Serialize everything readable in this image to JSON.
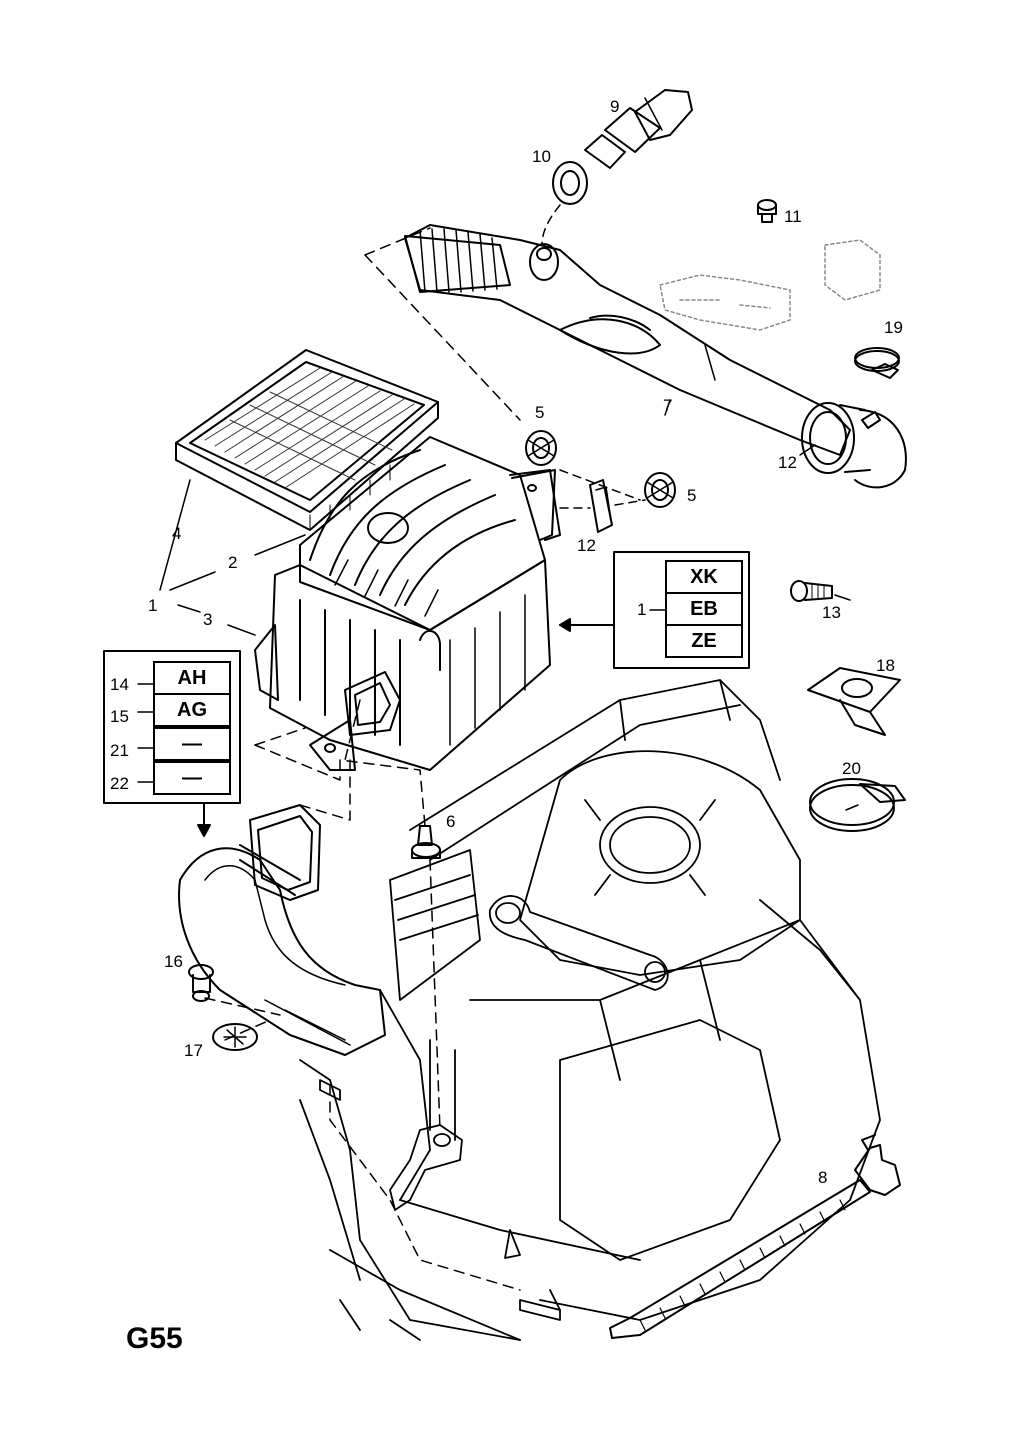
{
  "sheet_id": "G55",
  "callouts": {
    "c1": "1",
    "c2": "2",
    "c3": "3",
    "c4": "4",
    "c5a": "5",
    "c5b": "5",
    "c6": "6",
    "c7": "7",
    "c8": "8",
    "c9": "9",
    "c10": "10",
    "c11": "11",
    "c12a": "12",
    "c12b": "12",
    "c13": "13",
    "c16": "16",
    "c17": "17",
    "c18": "18",
    "c19": "19",
    "c20": "20"
  },
  "engine_codes_box": {
    "ref": "1",
    "codes": [
      "XK",
      "EB",
      "ZE"
    ]
  },
  "variant_box": {
    "rows": [
      {
        "ref": "14",
        "code": "AH"
      },
      {
        "ref": "15",
        "code": "AG"
      },
      {
        "ref": "21",
        "code": "—"
      },
      {
        "ref": "22",
        "code": "—"
      }
    ]
  }
}
